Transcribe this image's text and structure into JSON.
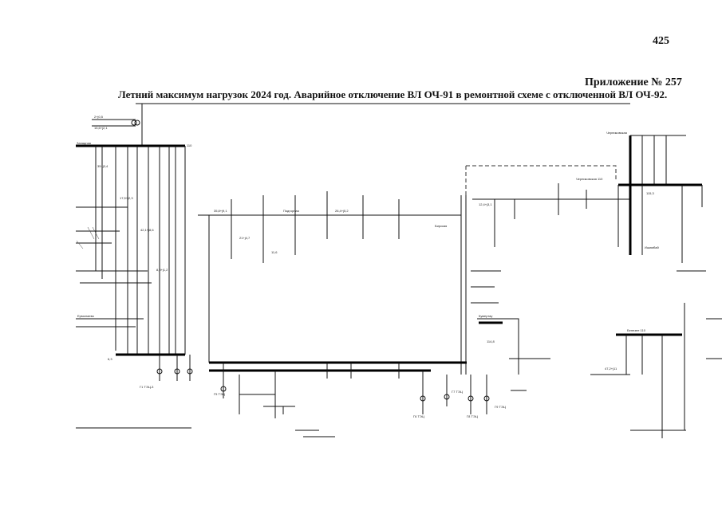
{
  "page_number": "425",
  "appendix": "Приложение № 257",
  "title": "Летний максимум нагрузок 2024 год. Аварийное отключение ВЛ ОЧ-91 в ремонтной схеме с отключенной ВЛ ОЧ-92.",
  "labels": {
    "substation_1": "Черниковская",
    "substation_2": "Черниковская 110",
    "substation_3": "Бенезее 110",
    "node_1": "Западная",
    "node_2": "Ермолаево",
    "node_3": "Подгорная",
    "node_4": "Бирская",
    "node_5": "Кумертау",
    "node_6": "Ишимбай",
    "gen_1": "Г1 ТЭЦ-3",
    "gen_2": "Г5 ТЭЦ",
    "gen_3": "Г6 ТЭЦ",
    "gen_4": "Г7 ТЭЦ",
    "gen_5": "Г8 ТЭЦ",
    "gen_6": "Г9 ТЭЦ",
    "flow_1": "2+j0,5",
    "flow_2": "15,6+j2,1",
    "flow_3": "35+j3,4",
    "flow_4": "17,5+j2,3",
    "flow_5": "42,1+j8,6",
    "flow_6": "8,3+j1,2",
    "flow_7": "21+j4,7",
    "flow_8": "11,6",
    "flow_9": "110",
    "flow_10": "6,3",
    "flow_11": "35,8+j9,1",
    "flow_12": "26,4+j5,2",
    "flow_13": "115,3",
    "flow_14": "114,8",
    "flow_15": "12,4+j3,1",
    "flow_16": "47,2+j11"
  }
}
